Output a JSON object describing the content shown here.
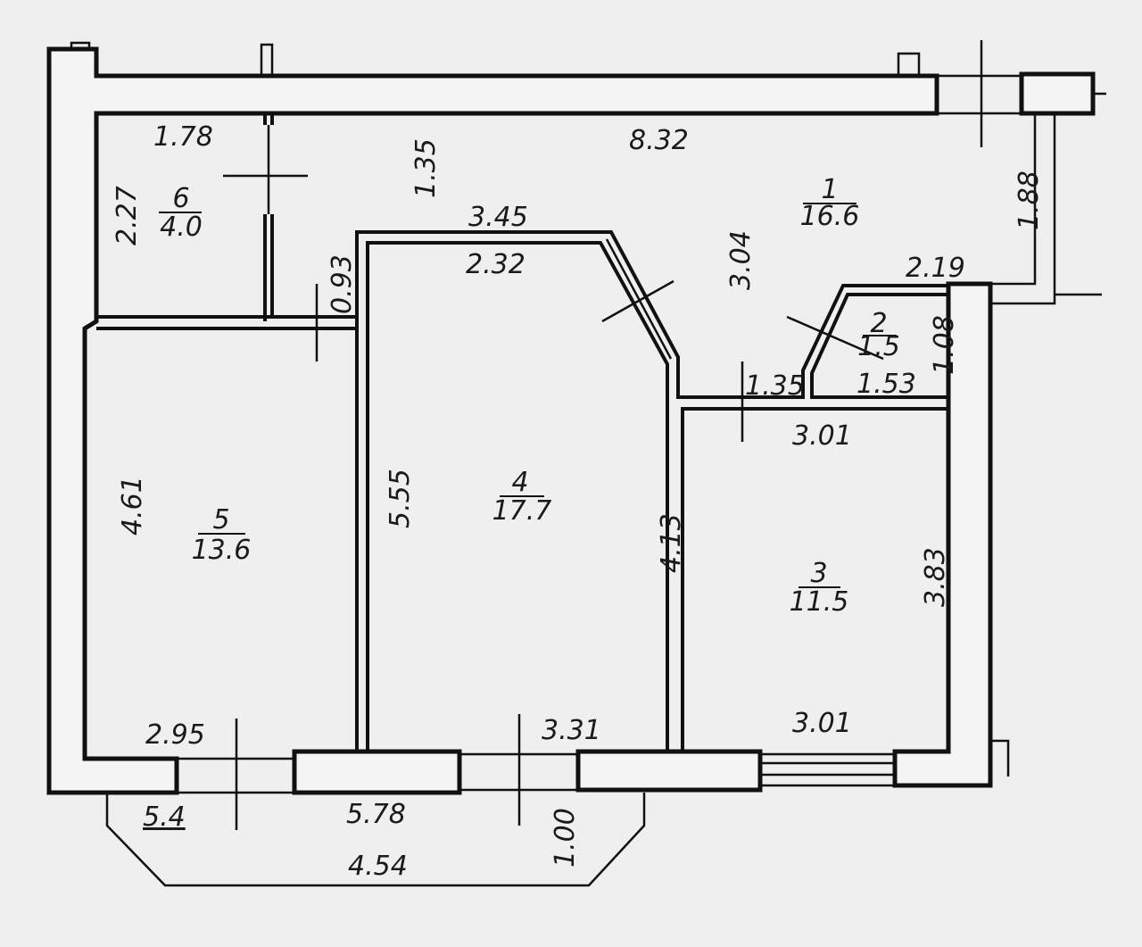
{
  "rooms": [
    {
      "number": "1",
      "area": "16.6"
    },
    {
      "number": "2",
      "area": "1.5"
    },
    {
      "number": "3",
      "area": "11.5"
    },
    {
      "number": "4",
      "area": "17.7"
    },
    {
      "number": "5",
      "area": "13.6"
    },
    {
      "number": "6",
      "area": "4.0"
    }
  ],
  "dimensions": {
    "d_178": "1.78",
    "d_832": "8.32",
    "d_135_top": "1.35",
    "d_227": "2.27",
    "d_188": "1.88",
    "d_345": "3.45",
    "d_232": "2.32",
    "d_304": "3.04",
    "d_219": "2.19",
    "d_093": "0.93",
    "d_108": "1.08",
    "d_135_mid": "1.35",
    "d_153": "1.53",
    "d_301_top": "3.01",
    "d_461": "4.61",
    "d_555": "5.55",
    "d_413": "4.13",
    "d_383": "3.83",
    "d_295": "2.95",
    "d_331": "3.31",
    "d_301_bot": "3.01",
    "d_54": "5.4",
    "d_578": "5.78",
    "d_100": "1.00",
    "d_454": "4.54"
  }
}
